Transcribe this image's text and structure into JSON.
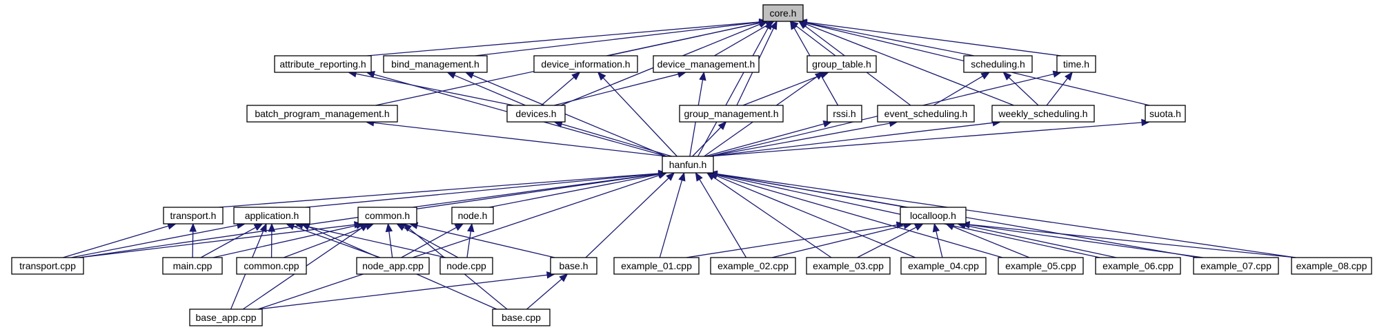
{
  "graph": {
    "root": "core.h",
    "nodes": [
      {
        "id": "core",
        "label": "core.h",
        "root": true
      },
      {
        "id": "attribute_reporting",
        "label": "attribute_reporting.h"
      },
      {
        "id": "bind_management",
        "label": "bind_management.h"
      },
      {
        "id": "device_information",
        "label": "device_information.h"
      },
      {
        "id": "device_management",
        "label": "device_management.h"
      },
      {
        "id": "group_table",
        "label": "group_table.h"
      },
      {
        "id": "scheduling",
        "label": "scheduling.h"
      },
      {
        "id": "time",
        "label": "time.h"
      },
      {
        "id": "batch_program_management",
        "label": "batch_program_management.h"
      },
      {
        "id": "devices",
        "label": "devices.h"
      },
      {
        "id": "group_management",
        "label": "group_management.h"
      },
      {
        "id": "rssi",
        "label": "rssi.h"
      },
      {
        "id": "event_scheduling",
        "label": "event_scheduling.h"
      },
      {
        "id": "weekly_scheduling",
        "label": "weekly_scheduling.h"
      },
      {
        "id": "suota",
        "label": "suota.h"
      },
      {
        "id": "hanfun",
        "label": "hanfun.h"
      },
      {
        "id": "transport_h",
        "label": "transport.h"
      },
      {
        "id": "application",
        "label": "application.h"
      },
      {
        "id": "common_h",
        "label": "common.h"
      },
      {
        "id": "node_h",
        "label": "node.h"
      },
      {
        "id": "localloop",
        "label": "localloop.h"
      },
      {
        "id": "transport_cpp",
        "label": "transport.cpp"
      },
      {
        "id": "main_cpp",
        "label": "main.cpp"
      },
      {
        "id": "common_cpp",
        "label": "common.cpp"
      },
      {
        "id": "node_app_cpp",
        "label": "node_app.cpp"
      },
      {
        "id": "node_cpp",
        "label": "node.cpp"
      },
      {
        "id": "base_h",
        "label": "base.h"
      },
      {
        "id": "example_01",
        "label": "example_01.cpp"
      },
      {
        "id": "example_02",
        "label": "example_02.cpp"
      },
      {
        "id": "example_03",
        "label": "example_03.cpp"
      },
      {
        "id": "example_04",
        "label": "example_04.cpp"
      },
      {
        "id": "example_05",
        "label": "example_05.cpp"
      },
      {
        "id": "example_06",
        "label": "example_06.cpp"
      },
      {
        "id": "example_07",
        "label": "example_07.cpp"
      },
      {
        "id": "example_08",
        "label": "example_08.cpp"
      },
      {
        "id": "base_app_cpp",
        "label": "base_app.cpp"
      },
      {
        "id": "base_cpp",
        "label": "base.cpp"
      }
    ],
    "edges": [
      {
        "from": "attribute_reporting",
        "to": "core"
      },
      {
        "from": "bind_management",
        "to": "core"
      },
      {
        "from": "device_information",
        "to": "core"
      },
      {
        "from": "device_management",
        "to": "core"
      },
      {
        "from": "group_table",
        "to": "core"
      },
      {
        "from": "scheduling",
        "to": "core"
      },
      {
        "from": "time",
        "to": "core"
      },
      {
        "from": "batch_program_management",
        "to": "core"
      },
      {
        "from": "devices",
        "to": "core"
      },
      {
        "from": "group_management",
        "to": "core"
      },
      {
        "from": "rssi",
        "to": "core"
      },
      {
        "from": "event_scheduling",
        "to": "core"
      },
      {
        "from": "weekly_scheduling",
        "to": "core"
      },
      {
        "from": "suota",
        "to": "core"
      },
      {
        "from": "hanfun",
        "to": "core"
      },
      {
        "from": "devices",
        "to": "attribute_reporting"
      },
      {
        "from": "hanfun",
        "to": "attribute_reporting"
      },
      {
        "from": "devices",
        "to": "bind_management"
      },
      {
        "from": "hanfun",
        "to": "bind_management"
      },
      {
        "from": "devices",
        "to": "device_information"
      },
      {
        "from": "hanfun",
        "to": "device_information"
      },
      {
        "from": "devices",
        "to": "device_management"
      },
      {
        "from": "hanfun",
        "to": "device_management"
      },
      {
        "from": "group_management",
        "to": "group_table"
      },
      {
        "from": "hanfun",
        "to": "group_table"
      },
      {
        "from": "event_scheduling",
        "to": "scheduling"
      },
      {
        "from": "weekly_scheduling",
        "to": "scheduling"
      },
      {
        "from": "weekly_scheduling",
        "to": "time"
      },
      {
        "from": "hanfun",
        "to": "time"
      },
      {
        "from": "hanfun",
        "to": "batch_program_management"
      },
      {
        "from": "hanfun",
        "to": "devices"
      },
      {
        "from": "hanfun",
        "to": "group_management"
      },
      {
        "from": "hanfun",
        "to": "rssi"
      },
      {
        "from": "hanfun",
        "to": "event_scheduling"
      },
      {
        "from": "hanfun",
        "to": "weekly_scheduling"
      },
      {
        "from": "hanfun",
        "to": "suota"
      },
      {
        "from": "transport_h",
        "to": "hanfun"
      },
      {
        "from": "application",
        "to": "hanfun"
      },
      {
        "from": "common_h",
        "to": "hanfun"
      },
      {
        "from": "node_h",
        "to": "hanfun"
      },
      {
        "from": "localloop",
        "to": "hanfun"
      },
      {
        "from": "transport_cpp",
        "to": "hanfun"
      },
      {
        "from": "base_app_cpp",
        "to": "hanfun"
      },
      {
        "from": "base_h",
        "to": "hanfun"
      },
      {
        "from": "example_01",
        "to": "hanfun"
      },
      {
        "from": "example_02",
        "to": "hanfun"
      },
      {
        "from": "example_03",
        "to": "hanfun"
      },
      {
        "from": "example_04",
        "to": "hanfun"
      },
      {
        "from": "example_05",
        "to": "hanfun"
      },
      {
        "from": "example_06",
        "to": "hanfun"
      },
      {
        "from": "example_07",
        "to": "hanfun"
      },
      {
        "from": "example_08",
        "to": "hanfun"
      },
      {
        "from": "transport_cpp",
        "to": "transport_h"
      },
      {
        "from": "main_cpp",
        "to": "transport_h"
      },
      {
        "from": "transport_cpp",
        "to": "application"
      },
      {
        "from": "main_cpp",
        "to": "application"
      },
      {
        "from": "common_cpp",
        "to": "application"
      },
      {
        "from": "node_app_cpp",
        "to": "application"
      },
      {
        "from": "node_cpp",
        "to": "application"
      },
      {
        "from": "base_app_cpp",
        "to": "application"
      },
      {
        "from": "base_cpp",
        "to": "application"
      },
      {
        "from": "transport_cpp",
        "to": "common_h"
      },
      {
        "from": "main_cpp",
        "to": "common_h"
      },
      {
        "from": "common_cpp",
        "to": "common_h"
      },
      {
        "from": "node_app_cpp",
        "to": "common_h"
      },
      {
        "from": "node_cpp",
        "to": "common_h"
      },
      {
        "from": "base_h",
        "to": "common_h"
      },
      {
        "from": "base_app_cpp",
        "to": "common_h"
      },
      {
        "from": "base_cpp",
        "to": "common_h"
      },
      {
        "from": "node_app_cpp",
        "to": "node_h"
      },
      {
        "from": "node_cpp",
        "to": "node_h"
      },
      {
        "from": "base_app_cpp",
        "to": "base_h"
      },
      {
        "from": "base_cpp",
        "to": "base_h"
      },
      {
        "from": "example_01",
        "to": "localloop"
      },
      {
        "from": "example_02",
        "to": "localloop"
      },
      {
        "from": "example_03",
        "to": "localloop"
      },
      {
        "from": "example_04",
        "to": "localloop"
      },
      {
        "from": "example_05",
        "to": "localloop"
      },
      {
        "from": "example_06",
        "to": "localloop"
      },
      {
        "from": "example_07",
        "to": "localloop"
      },
      {
        "from": "example_08",
        "to": "localloop"
      }
    ]
  }
}
